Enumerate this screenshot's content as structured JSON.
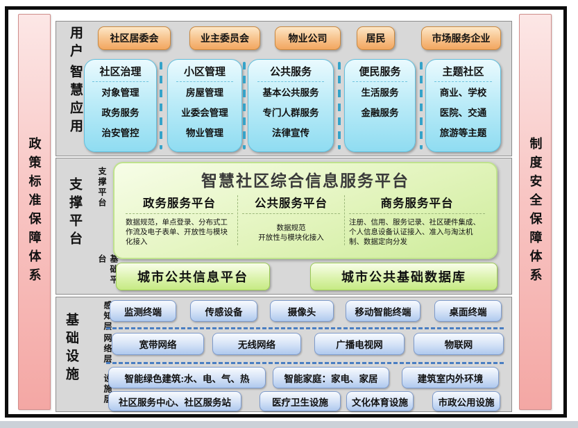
{
  "left_bar": {
    "label": "政策标准保障体系"
  },
  "right_bar": {
    "label": "制度安全保障体系"
  },
  "users": {
    "label": "用户",
    "items": [
      "社区居委会",
      "业主委员会",
      "物业公司",
      "居民",
      "市场服务企业"
    ]
  },
  "apps": {
    "label": "智慧应用",
    "columns": [
      {
        "title": "社区治理",
        "items": [
          "对象管理",
          "政务服务",
          "治安管控"
        ]
      },
      {
        "title": "小区管理",
        "items": [
          "房屋管理",
          "业委会管理",
          "物业管理"
        ]
      },
      {
        "title": "公共服务",
        "items": [
          "基本公共服务",
          "专门人群服务",
          "法律宣传"
        ]
      },
      {
        "title": "便民服务",
        "items": [
          "生活服务",
          "金融服务"
        ]
      },
      {
        "title": "主题社区",
        "items": [
          "商业、学校",
          "医院、交通",
          "旅游等主题"
        ]
      }
    ]
  },
  "platform": {
    "label": "支撑平台",
    "side_labels": [
      "支撑平台",
      "基础平台"
    ],
    "title": "智慧社区综合信息服务平台",
    "sections": [
      {
        "title": "政务服务平台",
        "desc": "数据规范，单点登录、分布式工作流及电子表单、开放性与模块化接入"
      },
      {
        "title": "公共服务平台",
        "desc": "数据规范\n开放性与模块化接入"
      },
      {
        "title": "商务服务平台",
        "desc": "注册、信用、服务记录、社区硬件集成、个人信息设备认证接入、准入与淘汰机制、数据定向分发"
      }
    ],
    "bases": [
      "城市公共信息平台",
      "城市公共基础数据库"
    ]
  },
  "infra": {
    "label": "基础设施",
    "layers": [
      {
        "label": "感知层",
        "items": [
          "监测终端",
          "传感设备",
          "摄像头",
          "移动智能终端",
          "桌面终端"
        ]
      },
      {
        "label": "网络层",
        "items": [
          "宽带网络",
          "无线网络",
          "广播电视网",
          "物联网"
        ]
      },
      {
        "label": "设施层",
        "rows": [
          [
            "智能绿色建筑:水、电、气、热",
            "智能家庭：家电、家居",
            "建筑室内外环境"
          ],
          [
            "社区服务中心、社区服务站",
            "医疗卫生设施",
            "文化体育设施",
            "市政公用设施"
          ]
        ]
      }
    ]
  },
  "colors": {
    "user_orange": "#f2a65f",
    "app_cyan": "#8fdcf1",
    "platform_green": "#cdec9a",
    "infra_blue": "#afc9ee",
    "guarantee_pink": "#f4a7a4",
    "panel_gray": "#d8d8d8",
    "frame_black": "#0d0d0d"
  }
}
